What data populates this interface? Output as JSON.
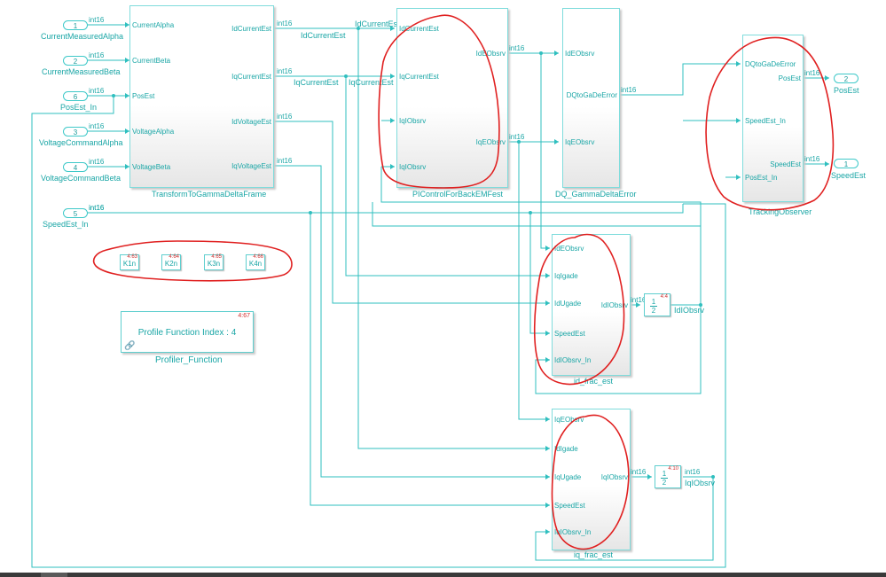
{
  "inports": [
    {
      "num": "1",
      "label": "CurrentMeasuredAlpha",
      "dtype": "int16"
    },
    {
      "num": "2",
      "label": "CurrentMeasuredBeta",
      "dtype": "int16"
    },
    {
      "num": "6",
      "label": "PosEst_In",
      "dtype": "int16"
    },
    {
      "num": "3",
      "label": "VoltageCommandAlpha",
      "dtype": "int16"
    },
    {
      "num": "4",
      "label": "VoltageCommandBeta",
      "dtype": "int16"
    },
    {
      "num": "5",
      "label": "SpeedEst_In",
      "dtype": "int16"
    }
  ],
  "outports": [
    {
      "num": "2",
      "label": "PosEst"
    },
    {
      "num": "1",
      "label": "SpeedEst"
    }
  ],
  "blocks": {
    "transform": {
      "name": "TransformToGammaDeltaFrame",
      "inputs": [
        "CurrentAlpha",
        "CurrentBeta",
        "PosEst",
        "VoltageAlpha",
        "VoltageBeta"
      ],
      "outputs": [
        "IdCurrentEst",
        "IqCurrentEst",
        "IdVoltageEst",
        "IqVoltageEst"
      ]
    },
    "pi": {
      "name": "PIControlForBackEMFest",
      "inputs": [
        "IdCurrentEst",
        "IqCurrentEst",
        "IqIObsrv",
        "IqIObsrv"
      ],
      "outputs": [
        "IdEObsrv",
        "IqEObsrv"
      ]
    },
    "dq": {
      "name": "DQ_GammaDeltaError",
      "inputs": [
        "IdEObsrv",
        "IqEObsrv"
      ],
      "outputs": [
        "DQtoGaDeError"
      ]
    },
    "tracking": {
      "name": "TrackingObserver",
      "inputs": [
        "DQtoGaDeError",
        "SpeedEst_In",
        "PosEst_In"
      ],
      "outputs": [
        "PosEst",
        "SpeedEst"
      ]
    },
    "idfrac": {
      "name": "id_frac_est",
      "inputs": [
        "IdEObsrv",
        "IqIgade",
        "IdUgade",
        "SpeedEst",
        "IdIObsrv_In"
      ],
      "outputs": [
        "IdIObsrv"
      ]
    },
    "iqfrac": {
      "name": "iq_frac_est",
      "inputs": [
        "IqEObsrv",
        "IdIgade",
        "IqUgade",
        "SpeedEst",
        "IqIObsrv_In"
      ],
      "outputs": [
        "IqIObsrv"
      ]
    }
  },
  "wire_labels": {
    "id_current_est": "IdCurrentEst",
    "iq_current_est": "IqCurrentEst",
    "id_current_est_2": "IdCurrentEst",
    "iq_current_est_2": "IqCurrentEst",
    "id_iobsrv": "IdIObsrv",
    "iq_iobsrv": "IqIObsrv"
  },
  "dtype": "int16",
  "k_blocks": [
    {
      "name": "K1n",
      "index": "4:63"
    },
    {
      "name": "K2n",
      "index": "4:64"
    },
    {
      "name": "K3n",
      "index": "4:65"
    },
    {
      "name": "K4n",
      "index": "4:66"
    }
  ],
  "gains": [
    {
      "num": "1",
      "den": "2",
      "index": "4:4"
    },
    {
      "num": "1",
      "den": "2",
      "index": "4:10"
    }
  ],
  "profiler": {
    "text": "Profile Function Index : 4",
    "index": "4:67",
    "name": "Profiler_Function"
  },
  "colors": {
    "wire": "#2fbfbf",
    "annotation": "#e02020",
    "index": "#d03030"
  }
}
